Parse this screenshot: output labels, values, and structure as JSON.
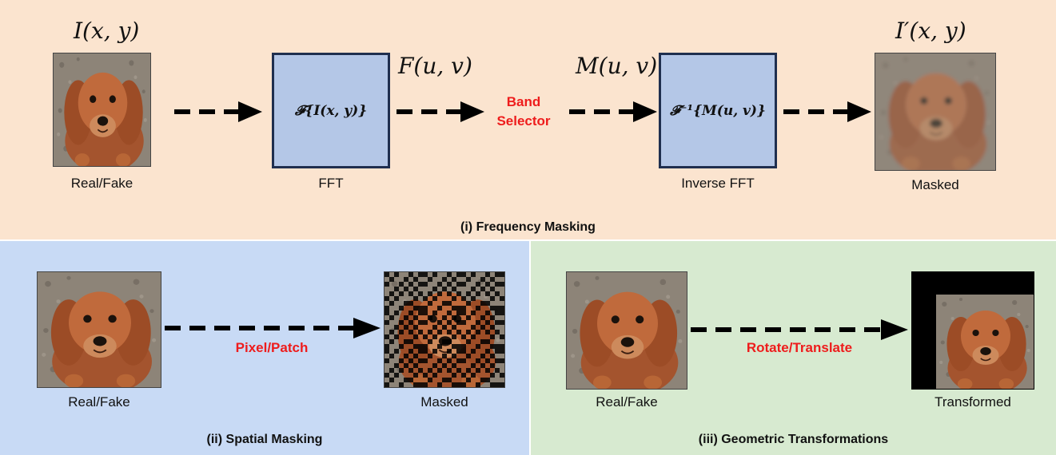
{
  "frequency_masking": {
    "caption": "(i) Frequency Masking",
    "input_math": "I(x, y)",
    "input_label": "Real/Fake",
    "fft_box_text": "𝓕{I(x, y)}",
    "fft_label": "FFT",
    "freq_math": "F(u, v)",
    "band_selector_line1": "Band",
    "band_selector_line2": "Selector",
    "mask_math": "M(u, v)",
    "ifft_box_text": "𝓕⁻¹{M(u, v)}",
    "ifft_label": "Inverse FFT",
    "output_math": "I′(x, y)",
    "output_label": "Masked"
  },
  "spatial_masking": {
    "caption": "(ii) Spatial Masking",
    "input_label": "Real/Fake",
    "method_label": "Pixel/Patch",
    "output_label": "Masked"
  },
  "geometric_transformations": {
    "caption": "(iii) Geometric Transformations",
    "input_label": "Real/Fake",
    "method_label": "Rotate/Translate",
    "output_label": "Transformed"
  },
  "colors": {
    "panel_frequency": "#fbe4cf",
    "panel_spatial": "#c8daf5",
    "panel_geometric": "#d7ead0",
    "box_fill": "#b4c7e7",
    "box_border": "#1f2f4f",
    "highlight_text": "#ee1c1c"
  }
}
